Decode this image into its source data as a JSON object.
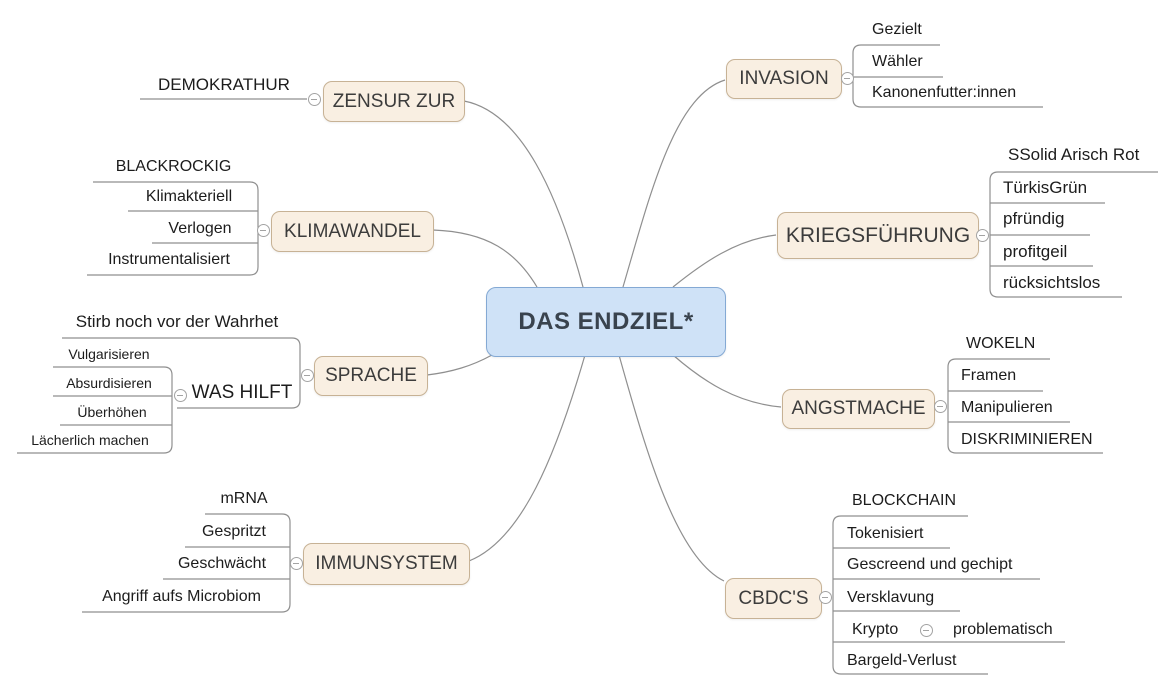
{
  "central": {
    "label": "DAS ENDZIEL*"
  },
  "branches": {
    "zensur_zur": {
      "label": "ZENSUR ZUR",
      "children": {
        "demokrathur": {
          "label": "DEMOKRATHUR"
        }
      }
    },
    "klimawandel": {
      "label": "KLIMAWANDEL",
      "children": {
        "blackrockig": {
          "label": "BLACKROCKIG"
        },
        "klimakteriell": {
          "label": "Klimakteriell"
        },
        "verlogen": {
          "label": "Verlogen"
        },
        "instrumentalisiert": {
          "label": "Instrumentalisiert"
        }
      }
    },
    "sprache": {
      "label": "SPRACHE",
      "children": {
        "stirb": {
          "label": "Stirb noch vor der Wahrhet"
        },
        "was_hilft": {
          "label": "WAS HILFT",
          "children": {
            "vulgarisieren": {
              "label": "Vulgarisieren"
            },
            "absurdisieren": {
              "label": "Absurdisieren"
            },
            "ueberhoehen": {
              "label": "Überhöhen"
            },
            "laecherlich_machen": {
              "label": "Lächerlich machen"
            }
          }
        }
      }
    },
    "immunsystem": {
      "label": "IMMUNSYSTEM",
      "children": {
        "mrna": {
          "label": "mRNA"
        },
        "gespritzt": {
          "label": "Gespritzt"
        },
        "geschwaecht": {
          "label": "Geschwächt"
        },
        "angriff_aufs_microbiom": {
          "label": "Angriff aufs Microbiom"
        }
      }
    },
    "invasion": {
      "label": "INVASION",
      "children": {
        "gezielt": {
          "label": "Gezielt"
        },
        "waehler": {
          "label": "Wähler"
        },
        "kanonenfutter_innen": {
          "label": "Kanonenfutter:innen"
        }
      }
    },
    "kriegsfuehrung": {
      "label": "KRIEGSFÜHRUNG",
      "children": {
        "ssolid_arisch_rot": {
          "label": "SSolid Arisch Rot"
        },
        "tuerkisgruen": {
          "label": "TürkisGrün"
        },
        "pfruendig": {
          "label": "pfründig"
        },
        "profitgeil": {
          "label": "profitgeil"
        },
        "ruecksichtslos": {
          "label": "rücksichtslos"
        }
      }
    },
    "angstmache": {
      "label": "ANGSTMACHE",
      "children": {
        "wokeln": {
          "label": "WOKELN"
        },
        "framen": {
          "label": "Framen"
        },
        "manipulieren": {
          "label": "Manipulieren"
        },
        "diskriminieren": {
          "label": "DISKRIMINIEREN"
        }
      }
    },
    "cbdcs": {
      "label": "CBDC'S",
      "children": {
        "blockchain": {
          "label": "BLOCKCHAIN"
        },
        "tokenisiert": {
          "label": "Tokenisiert"
        },
        "gescreend_und_gechipt": {
          "label": "Gescreend und gechipt"
        },
        "versklavung": {
          "label": "Versklavung"
        },
        "krypto": {
          "label": "Krypto",
          "children": {
            "problematisch": {
              "label": "problematisch"
            }
          }
        },
        "bargeld_verlust": {
          "label": "Bargeld-Verlust"
        }
      }
    }
  },
  "colors": {
    "background": "#ffffff",
    "central_fill": "#cfe2f7",
    "central_border": "#84a9d4",
    "branch_fill": "#f9efe2",
    "branch_border": "#c7b295",
    "connector": "#8f8f8f",
    "child_text": "#1c1c1c",
    "box_text": "#3c3c3c"
  }
}
